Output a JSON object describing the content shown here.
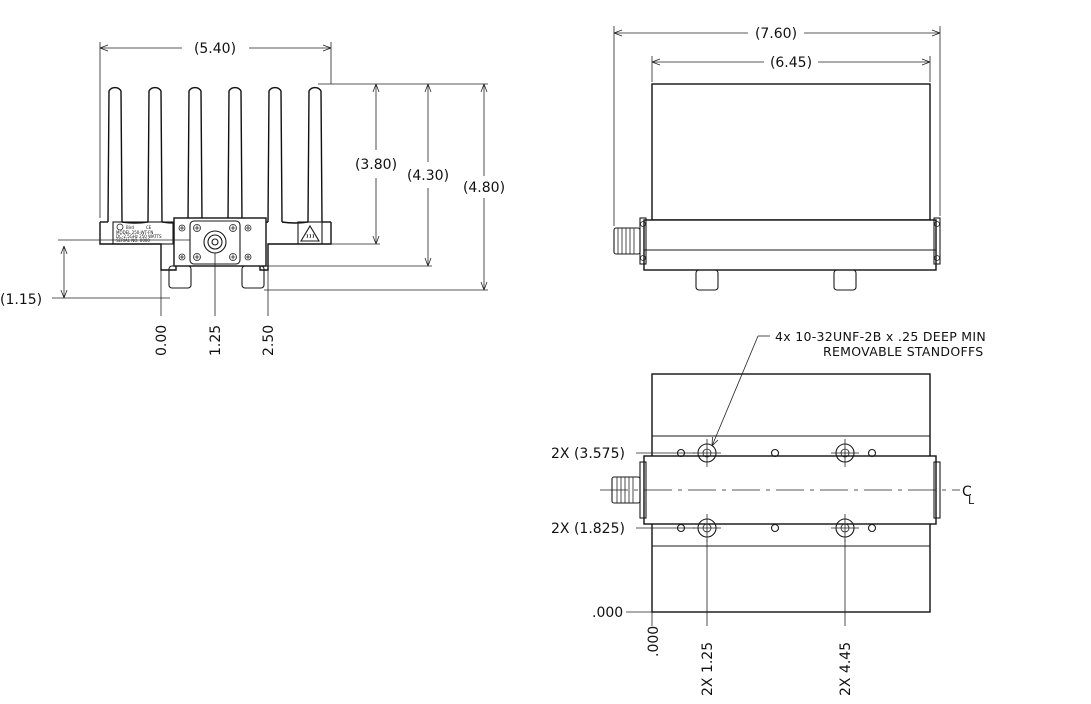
{
  "front_view": {
    "width_dim": "(5.40)",
    "height_dims": [
      "(3.80)",
      "(4.30)",
      "(4.80)"
    ],
    "left_dim": "(1.15)",
    "x_positions": [
      "0.00",
      "1.25",
      "2.50"
    ],
    "label_plate": {
      "brand": "Bird",
      "mark": "CE",
      "line1": "MODEL 250-WT-FN",
      "line2": "DC-2.5GHz   250 WATTS",
      "line3": "SERIAL NO. 0000"
    }
  },
  "side_view": {
    "overall_length": "(7.60)",
    "body_length": "(6.45)"
  },
  "bottom_view": {
    "note_line1": "4x  10-32UNF-2B  x  .25  DEEP  MIN",
    "note_line2": "REMOVABLE  STANDOFFS",
    "y_dims": [
      "2X  (3.575)",
      "2X  (1.825)",
      ".000"
    ],
    "x_dims": [
      ".000",
      "2X  1.25",
      "2X  4.45"
    ],
    "centerline_symbol": "C",
    "centerline_sub": "L"
  },
  "colors": {
    "line": "#1a1a1a",
    "background": "#ffffff"
  },
  "icons": [
    "heat-warning-icon",
    "n-connector-icon",
    "threaded-hole-icon"
  ]
}
